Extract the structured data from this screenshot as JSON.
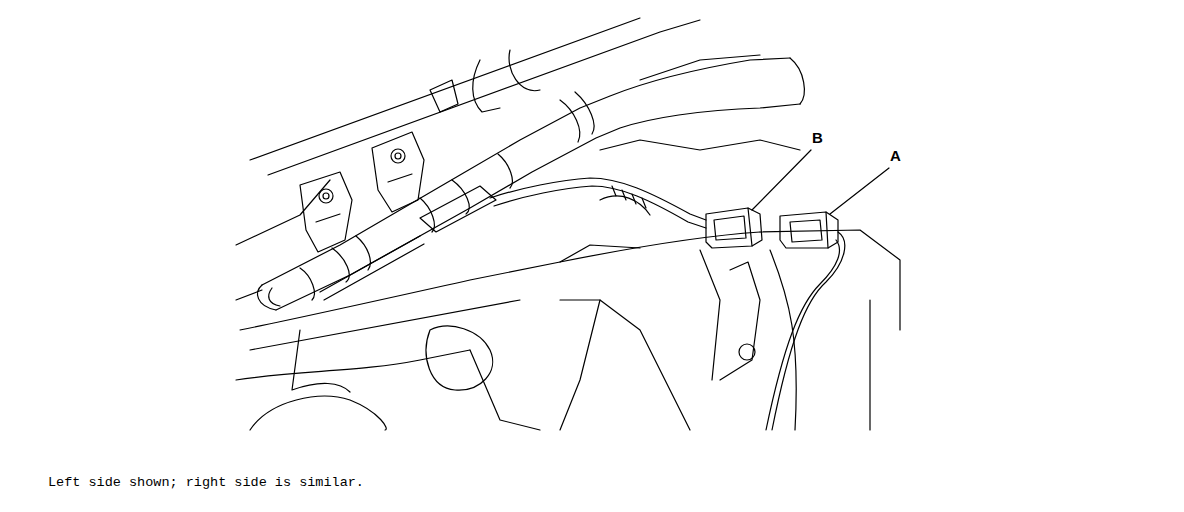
{
  "diagram": {
    "caption": "Left side shown; right side is similar.",
    "labels": [
      "B",
      "A"
    ]
  }
}
